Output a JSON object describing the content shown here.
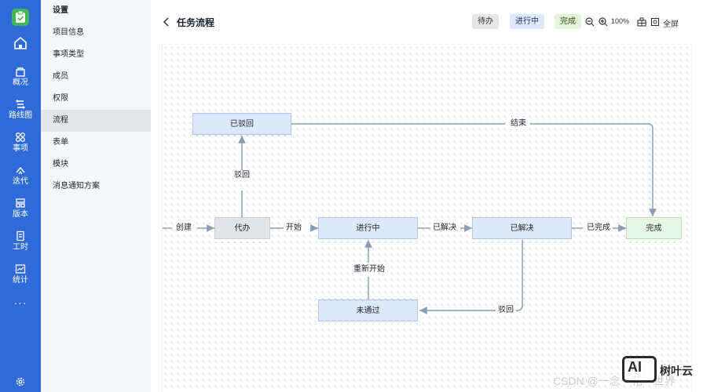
{
  "rail": {
    "items": [
      {
        "label": "概况",
        "icon": "overview-icon"
      },
      {
        "label": "路线图",
        "icon": "roadmap-icon"
      },
      {
        "label": "事项",
        "icon": "issues-icon"
      },
      {
        "label": "迭代",
        "icon": "sprint-icon"
      },
      {
        "label": "版本",
        "icon": "version-icon"
      },
      {
        "label": "工时",
        "icon": "timesheet-icon"
      },
      {
        "label": "统计",
        "icon": "stats-icon"
      }
    ],
    "more": "···"
  },
  "menu": {
    "title": "设置",
    "items": [
      "项目信息",
      "事项类型",
      "成员",
      "权限",
      "流程",
      "表单",
      "模块",
      "消息通知方案"
    ],
    "active": "流程"
  },
  "header": {
    "title": "任务流程",
    "status_chips": [
      "待办",
      "进行中",
      "完成"
    ],
    "zoom": "100%",
    "fullscreen": "全屏"
  },
  "workflow": {
    "nodes": {
      "rejected": "已驳回",
      "proxy": "代办",
      "in_progress": "进行中",
      "resolved": "已解决",
      "done": "完成",
      "not_passed": "未通过"
    },
    "edges": {
      "create": "创建",
      "start": "开始",
      "resolve": "已解决",
      "complete": "已完成",
      "reject_up": "驳回",
      "finish": "结束",
      "restart": "重新开始",
      "reject_back": "驳回"
    }
  },
  "watermark": {
    "csdn": "CSDN @一念一花一世界",
    "logo": "AI",
    "name": "树叶云"
  },
  "colors": {
    "rail": "#2f6bd8",
    "node_blue": "#dde9fb",
    "node_gray": "#e3e4e6",
    "node_green": "#e6f7e6",
    "edge": "#8a9bb3"
  }
}
